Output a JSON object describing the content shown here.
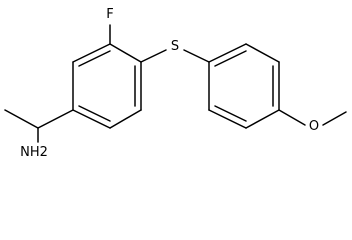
{
  "structure": {
    "atoms": {
      "fluorine": "F",
      "sulfur": "S",
      "oxygen": "O",
      "amine": "NH2"
    }
  },
  "colors": {
    "bond": "#000000",
    "label": "#000000",
    "background": "#ffffff"
  }
}
